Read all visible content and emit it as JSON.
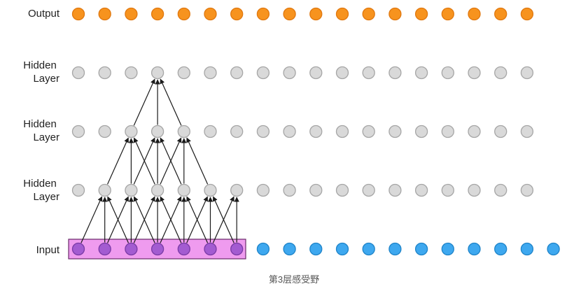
{
  "row_labels": {
    "output": [
      "Output"
    ],
    "hidden3": [
      "Hidden",
      "Layer"
    ],
    "hidden2": [
      "Hidden",
      "Layer"
    ],
    "hidden1": [
      "Hidden",
      "Layer"
    ],
    "input": [
      "Input"
    ]
  },
  "caption": "第3层感受野",
  "network": {
    "nodes_per_row": {
      "output": 18,
      "hidden3": 18,
      "hidden2": 18,
      "hidden1": 18,
      "input": 19
    },
    "receptive_field": {
      "hidden3": [
        3
      ],
      "hidden2": [
        2,
        3,
        4
      ],
      "hidden1": [
        1,
        2,
        3,
        4,
        5,
        6
      ],
      "input": [
        0,
        1,
        2,
        3,
        4,
        5,
        6
      ]
    }
  },
  "colors": {
    "output_node": "#f7931e",
    "output_stroke": "#e0780f",
    "hidden_node": "#d9d9d9",
    "hidden_stroke": "#a6a6a6",
    "input_node": "#3ea8ef",
    "input_stroke": "#1f84c9",
    "field_node": "#a35bd1",
    "field_stroke": "#7a3aa6",
    "field_box_fill": "#ef9bef",
    "field_box_stroke": "#6a2a6a",
    "arrow": "#1a1a1a",
    "label": "#222222",
    "caption": "#555555"
  }
}
